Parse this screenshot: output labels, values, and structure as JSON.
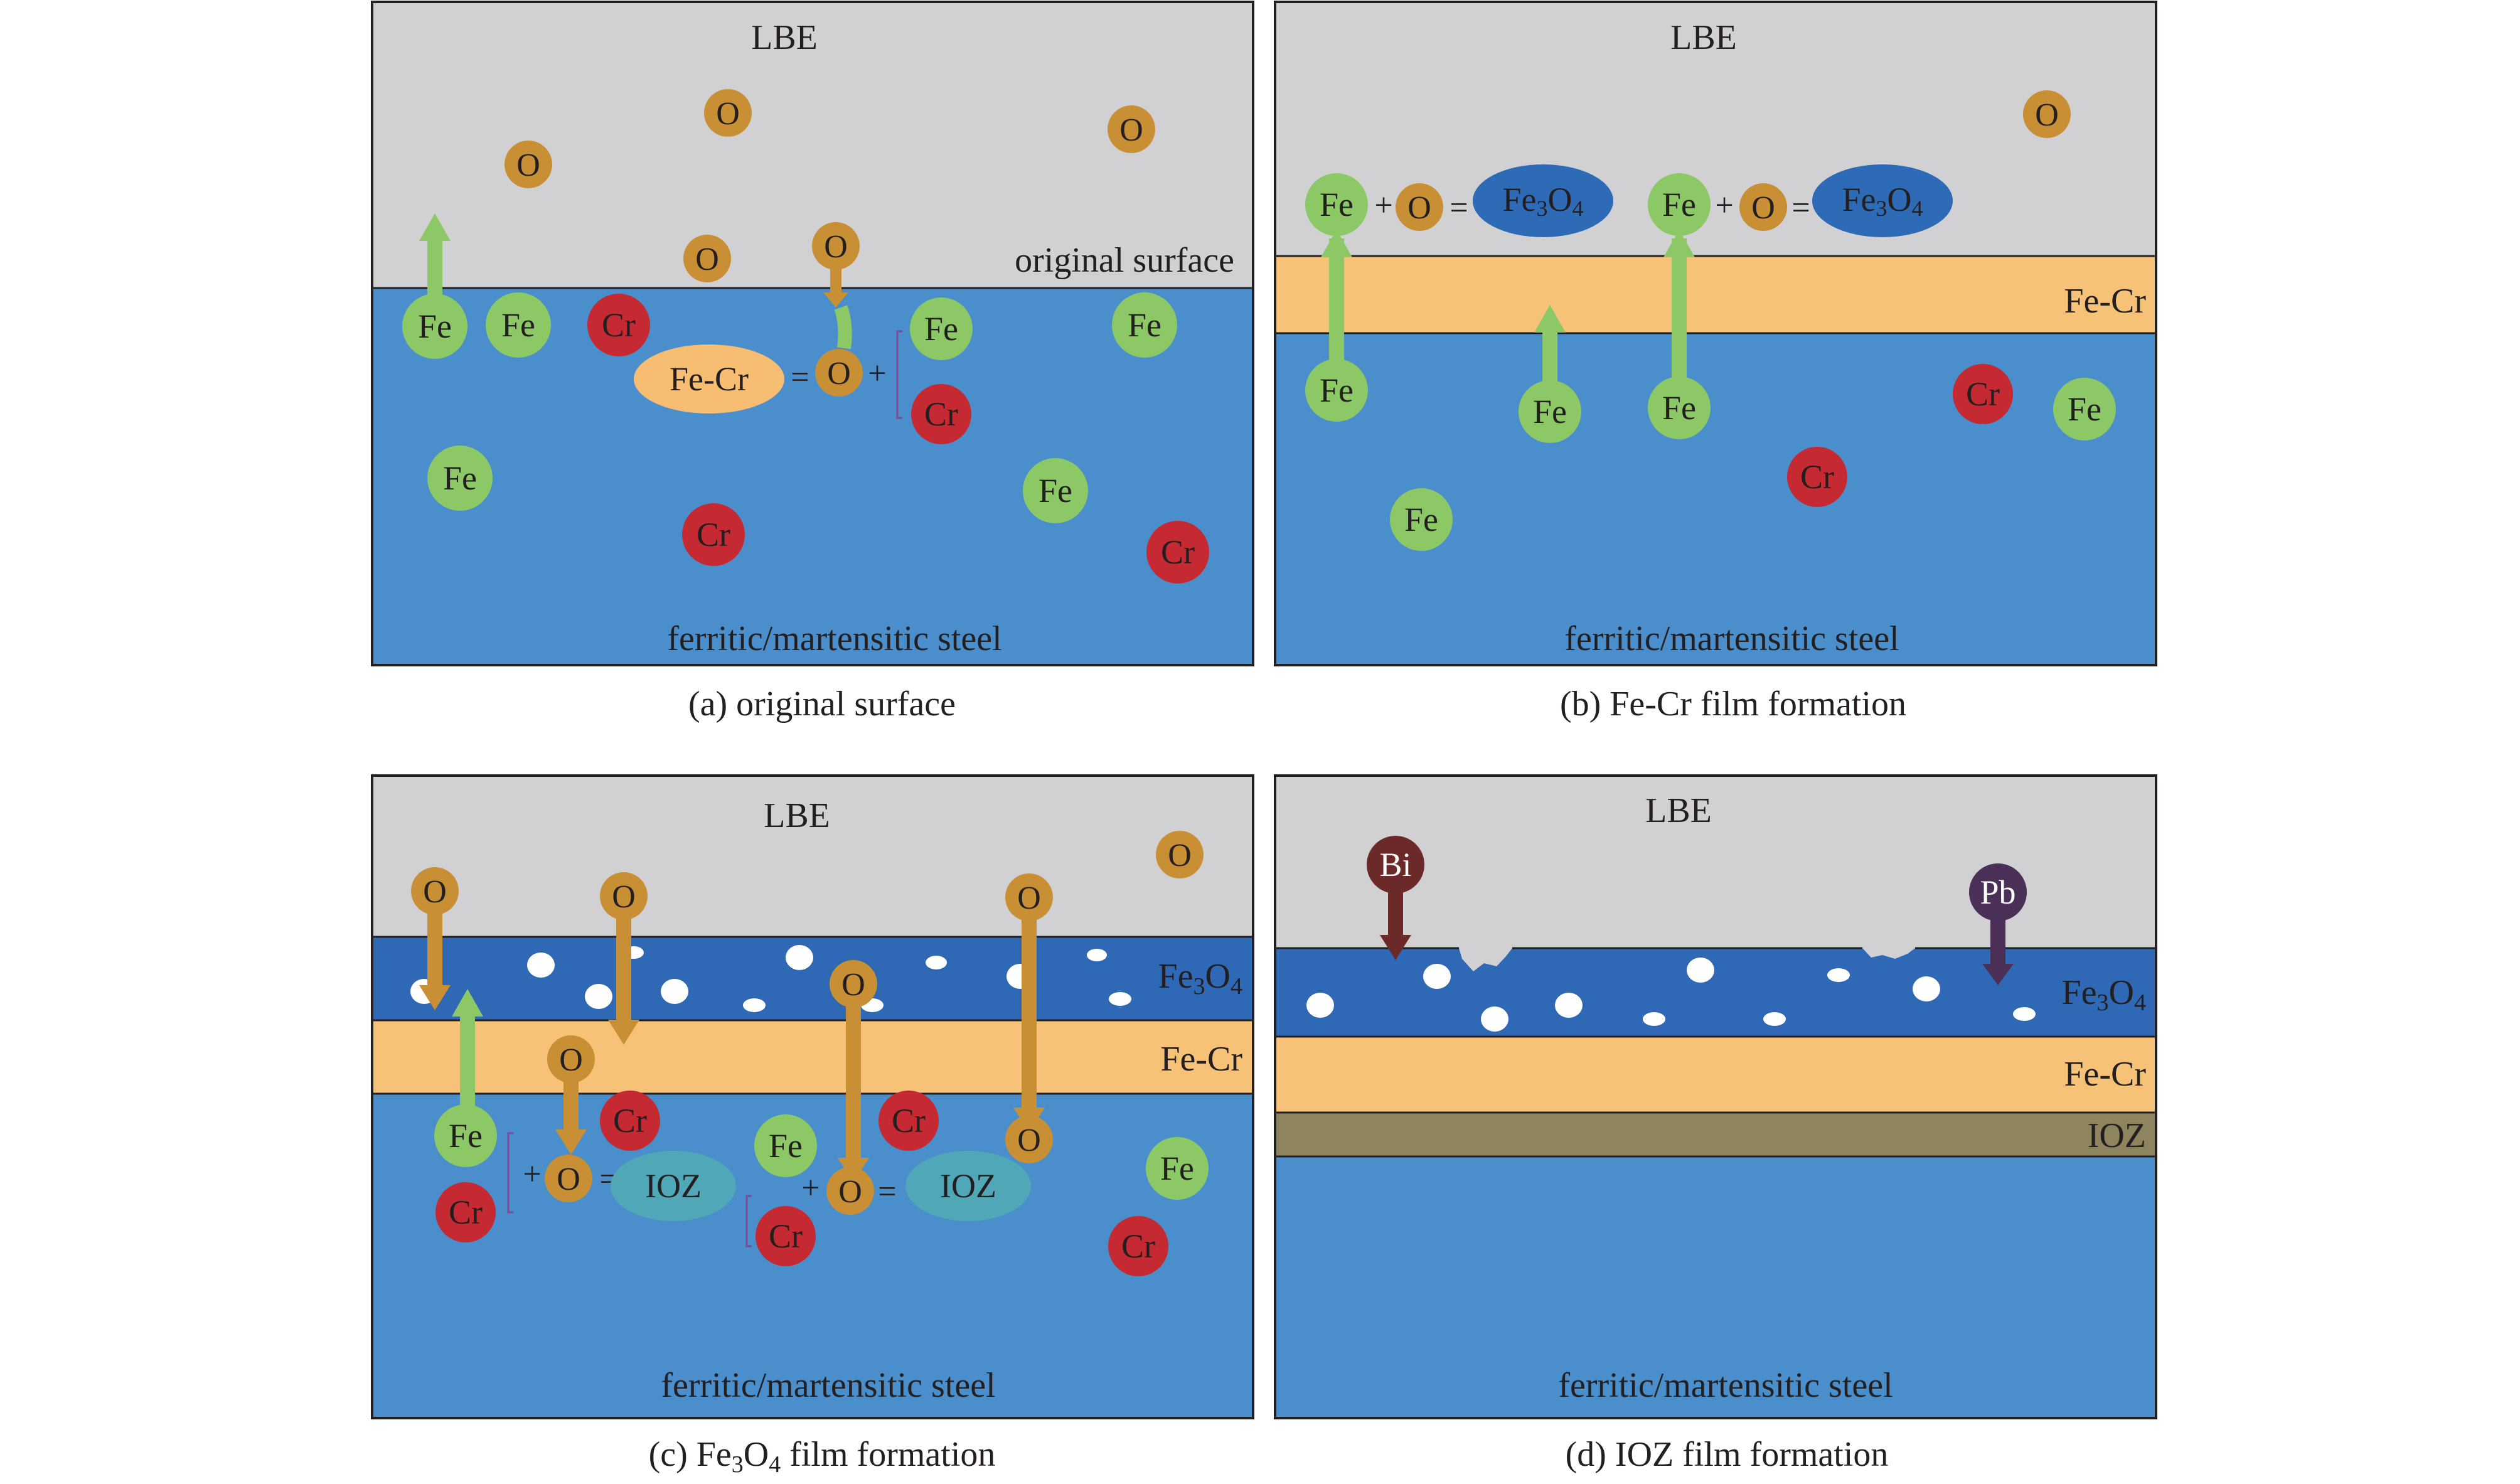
{
  "colors": {
    "lbe": "#d1d1d3",
    "steel": "#4a8ecb",
    "fecr_layer": "#f6c278",
    "fe3o4_layer": "#2f68b4",
    "ioz_layer": "#8e845e",
    "fe_atom": "#8cc866",
    "cr_atom": "#c52a33",
    "o_atom": "#c88f34",
    "fe3o4_ellipse": "#2e6bb7",
    "ioz_ellipse": "#4fa7b8",
    "fecr_ellipse": "#f6bd73",
    "bi_atom": "#6b2a29",
    "pb_atom": "#4a2f57",
    "fe_arrow": "#8cc866",
    "o_arrow": "#c88f34",
    "bracket": "#7f4a96"
  },
  "labels": {
    "lbe": "LBE",
    "steel": "ferritic/martensitic steel",
    "original_surface": "original surface",
    "fecr": "Fe-Cr",
    "fe3o4_base": "Fe",
    "fe3o4_sub1": "3",
    "fe3o4_mid": "O",
    "fe3o4_sub2": "4",
    "ioz": "IOZ",
    "plus": "+",
    "equals": "="
  },
  "atoms": {
    "fe": "Fe",
    "cr": "Cr",
    "o": "O",
    "bi": "Bi",
    "pb": "Pb"
  },
  "captions": {
    "a": "(a) original surface",
    "b": "(b) Fe-Cr film formation",
    "c_prefix": "(c) Fe",
    "c_sub1": "3",
    "c_mid": "O",
    "c_sub2": "4",
    "c_suffix": " film formation",
    "d": "(d) IOZ film formation"
  }
}
